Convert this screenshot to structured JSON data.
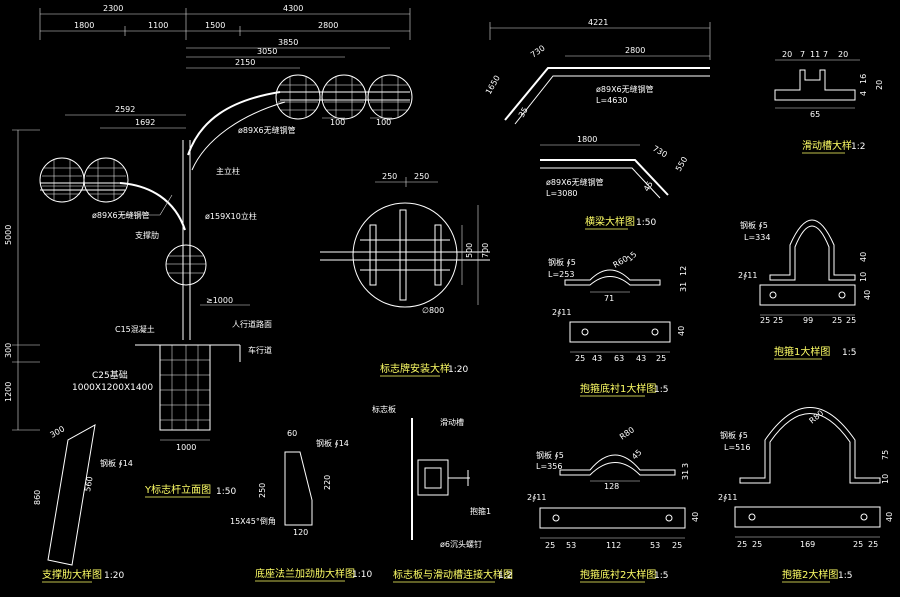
{
  "colors": {
    "background": "#000000",
    "line": "#ffffff",
    "title": "#ffff66"
  },
  "dims": {
    "d2300": "2300",
    "d4300": "4300",
    "d1800": "1800",
    "d1100": "1100",
    "d1500": "1500",
    "d2800a": "2800",
    "d3850": "3850",
    "d3050": "3050",
    "d2150": "2150",
    "d100a": "100",
    "d100b": "100",
    "d2592": "2592",
    "d1692": "1692",
    "d5000": "5000",
    "d300": "300",
    "d1200": "1200",
    "d1000": "1000",
    "dge1000": "≥1000",
    "d4221": "4221",
    "d730a": "730",
    "d2800b": "2800",
    "d1650": "1650",
    "d35": "35",
    "d1800b": "1800",
    "d730b": "730",
    "d550": "550",
    "d45": "45",
    "d250a": "250",
    "d250b": "250",
    "d500": "500",
    "d700": "700",
    "dphi800": "∅800",
    "s20a": "20",
    "s7a": "7",
    "s11": "11",
    "s7b": "7",
    "s20b": "20",
    "s65": "65",
    "s4": "4",
    "s16": "16",
    "s20c": "20",
    "h60": "60",
    "h250": "250",
    "h220": "220",
    "h120": "120",
    "h15x45": "15X45°倒角",
    "z300": "300",
    "z860": "860",
    "z560": "560",
    "b1_25a": "25",
    "b1_43a": "43",
    "b1_63": "63",
    "b1_43b": "43",
    "b1_25b": "25",
    "b1_40": "40",
    "b1_71": "71",
    "b1_15": "15",
    "b1_r60": "R60",
    "b1_31": "31",
    "b1_12": "12",
    "h1_25a": "25",
    "h1_25b": "25",
    "h1_99": "99",
    "h1_25c": "25",
    "h1_25d": "25",
    "h1_40": "40",
    "h1_40b": "40",
    "h1_10": "10",
    "b2_25a": "25",
    "b2_53a": "53",
    "b2_112": "112",
    "b2_53b": "53",
    "b2_25b": "25",
    "b2_40": "40",
    "b2_128": "128",
    "b2_45": "45",
    "b2_r80": "R80",
    "b2_31": "31",
    "b2_3": "3",
    "h2_25a": "25",
    "h2_25b": "25",
    "h2_169": "169",
    "h2_25c": "25",
    "h2_25d": "25",
    "h2_40": "40",
    "h2_r80": "R80",
    "h2_75": "75",
    "h2_10": "10"
  },
  "labels": {
    "pipe1": "ø89X6无缝钢管",
    "pipe2": "ø89X6无缝钢管",
    "main_pole": "主立柱",
    "pole_pipe": "ø159X10立柱",
    "brace": "支撑肋",
    "c15": "C15混凝土",
    "sidewalk": "人行道路面",
    "driveway": "车行道",
    "found1": "C25基础",
    "found2": "1000X1200X1400",
    "beam_pipe1": "ø89X6无缝钢管",
    "beam_len1": "L=4630",
    "beam_pipe2": "ø89X6无缝钢管",
    "beam_len2": "L=3080",
    "b1_steel": "钢板 ∮5",
    "b1_len": "L=253",
    "b1_hole": "2∮11",
    "h1_steel": "钢板 ∮5",
    "h1_len": "L=334",
    "h1_hole": "2∮11",
    "b2_steel": "钢板 ∮5",
    "b2_len": "L=356",
    "b2_hole": "2∮11",
    "h2_steel": "钢板 ∮5",
    "h2_len": "L=516",
    "h2_hole": "2∮11",
    "brace_steel": "钢板 ∮14",
    "flange_steel": "钢板 ∮14",
    "sign_board": "标志板",
    "slide_groove": "滑动槽",
    "hoop": "抱箍1",
    "bolt": "ø6沉头螺钉"
  },
  "titles": {
    "elev": "Y标志杆立面图",
    "elev_scale": "1:50",
    "sign_mount": "标志牌安装大样",
    "sign_mount_scale": "1:20",
    "beam": "横梁大样图",
    "beam_scale": "1:50",
    "slide": "滑动槽大样",
    "slide_scale": "1:2",
    "base1": "抱箍底衬1大样图",
    "base1_scale": "1:5",
    "hoop1": "抱箍1大样图",
    "hoop1_scale": "1:5",
    "brace": "支撑肋大样图",
    "brace_scale": "1:20",
    "flange": "底座法兰加劲肋大样图",
    "flange_scale": "1:10",
    "conn": "标志板与滑动槽连接大样图",
    "conn_scale": "1:2",
    "base2": "抱箍底衬2大样图",
    "base2_scale": "1:5",
    "hoop2": "抱箍2大样图",
    "hoop2_scale": "1:5"
  }
}
